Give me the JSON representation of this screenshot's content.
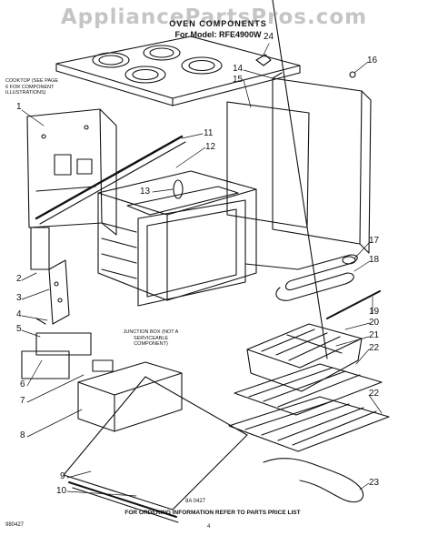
{
  "header": {
    "watermark": "AppliancePartsPros.com",
    "title": "OVEN COMPONENTS",
    "model": "For Model: RFE4900W"
  },
  "notes": {
    "cooktop": "COOKTOP (SEE PAGE 6 FOR COMPONENT ILLUSTRATIONS)",
    "junction_box": "JUNCTION BOX (NOT A SERVICEABLE COMPONENT)"
  },
  "callouts": [
    "1",
    "2",
    "3",
    "4",
    "5",
    "6",
    "7",
    "8",
    "9",
    "10",
    "11",
    "12",
    "13",
    "14",
    "15",
    "16",
    "17",
    "18",
    "19",
    "20",
    "21",
    "22",
    "22",
    "23",
    "24"
  ],
  "footer": {
    "ordering": "FOR ORDERING INFORMATION REFER TO PARTS PRICE LIST",
    "code_left": "980427",
    "page": "4",
    "drawing_code": "8A 0427"
  }
}
